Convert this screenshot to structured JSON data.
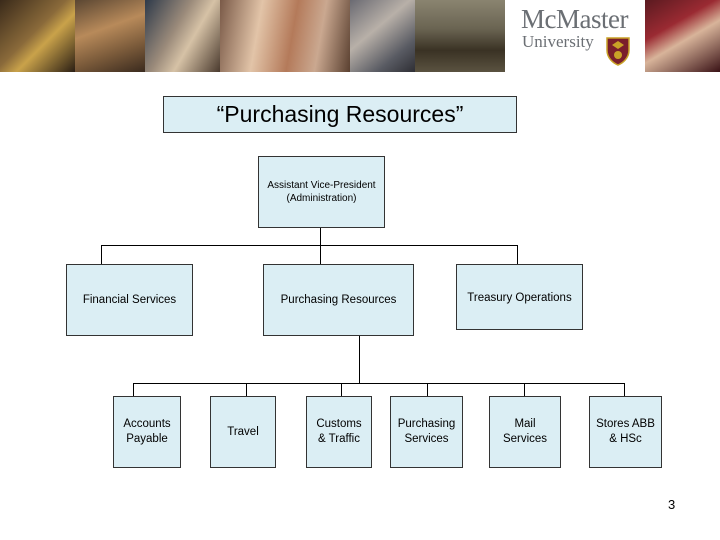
{
  "slide": {
    "title": "“Purchasing Resources”",
    "page_number": "3"
  },
  "logo": {
    "line1": "McMaster",
    "line2": "University"
  },
  "org_chart": {
    "top": "Assistant Vice-President (Administration)",
    "level2": [
      "Financial Services",
      "Purchasing Resources",
      "Treasury Operations"
    ],
    "level3": [
      "Accounts Payable",
      "Travel",
      "Customs & Traffic",
      "Purchasing Services",
      "Mail Services",
      "Stores ABB & HSc"
    ]
  },
  "colors": {
    "box_fill": "#dbeef4",
    "box_border": "#333333",
    "connector": "#000000",
    "logo_text": "#6b6f74",
    "crest_red": "#7a1f2b",
    "crest_gold": "#c9a227"
  }
}
